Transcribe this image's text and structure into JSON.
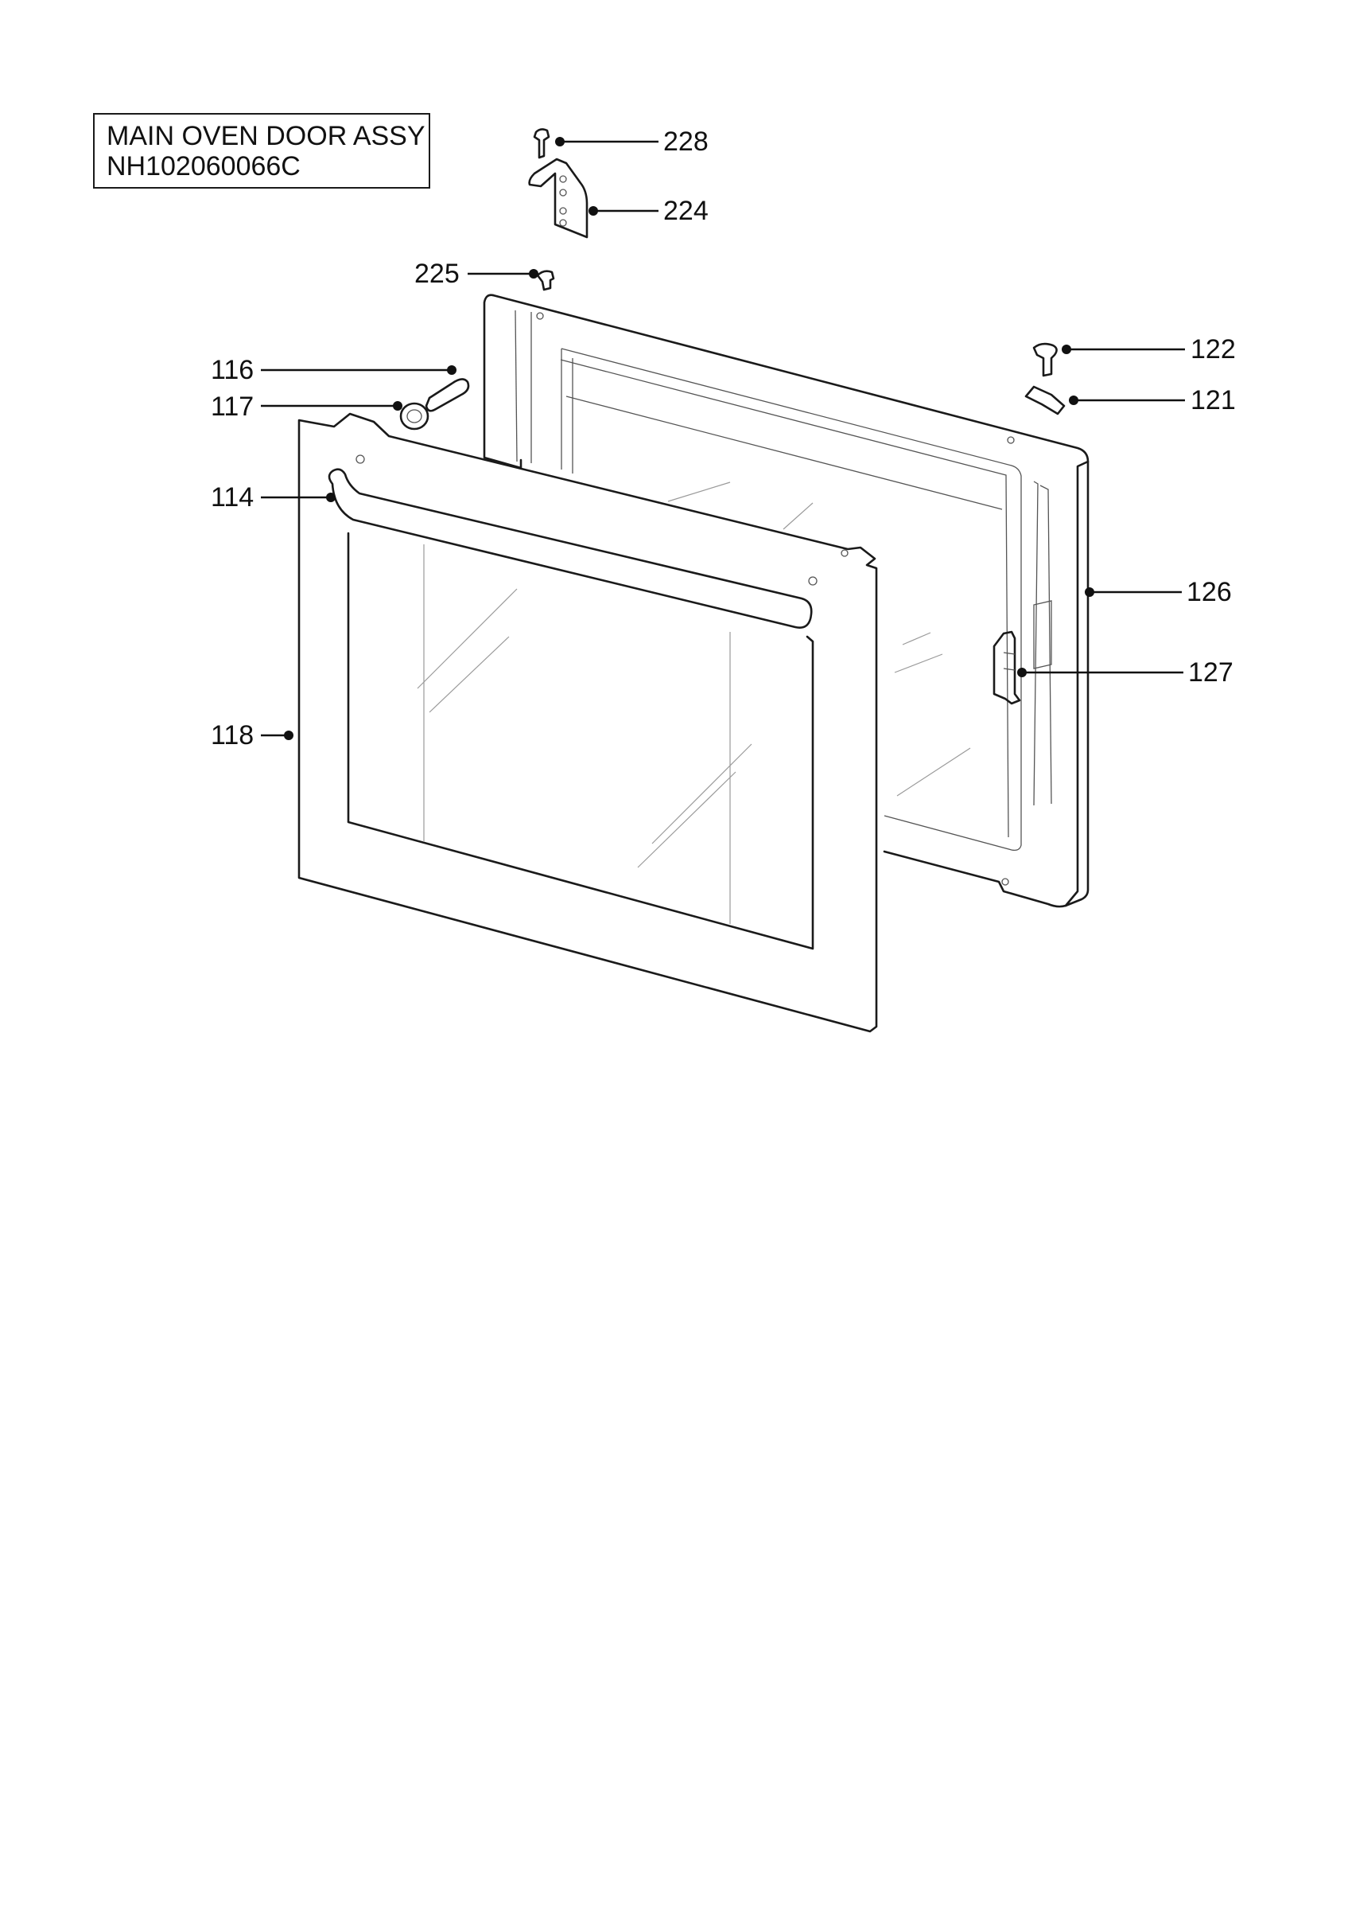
{
  "header": {
    "title_line1": "MAIN OVEN DOOR ASSY",
    "title_line2": "NH102060066C"
  },
  "callouts": {
    "c228": "228",
    "c224": "224",
    "c225": "225",
    "c122": "122",
    "c121": "121",
    "c116": "116",
    "c117": "117",
    "c114": "114",
    "c126": "126",
    "c127": "127",
    "c118": "118"
  }
}
